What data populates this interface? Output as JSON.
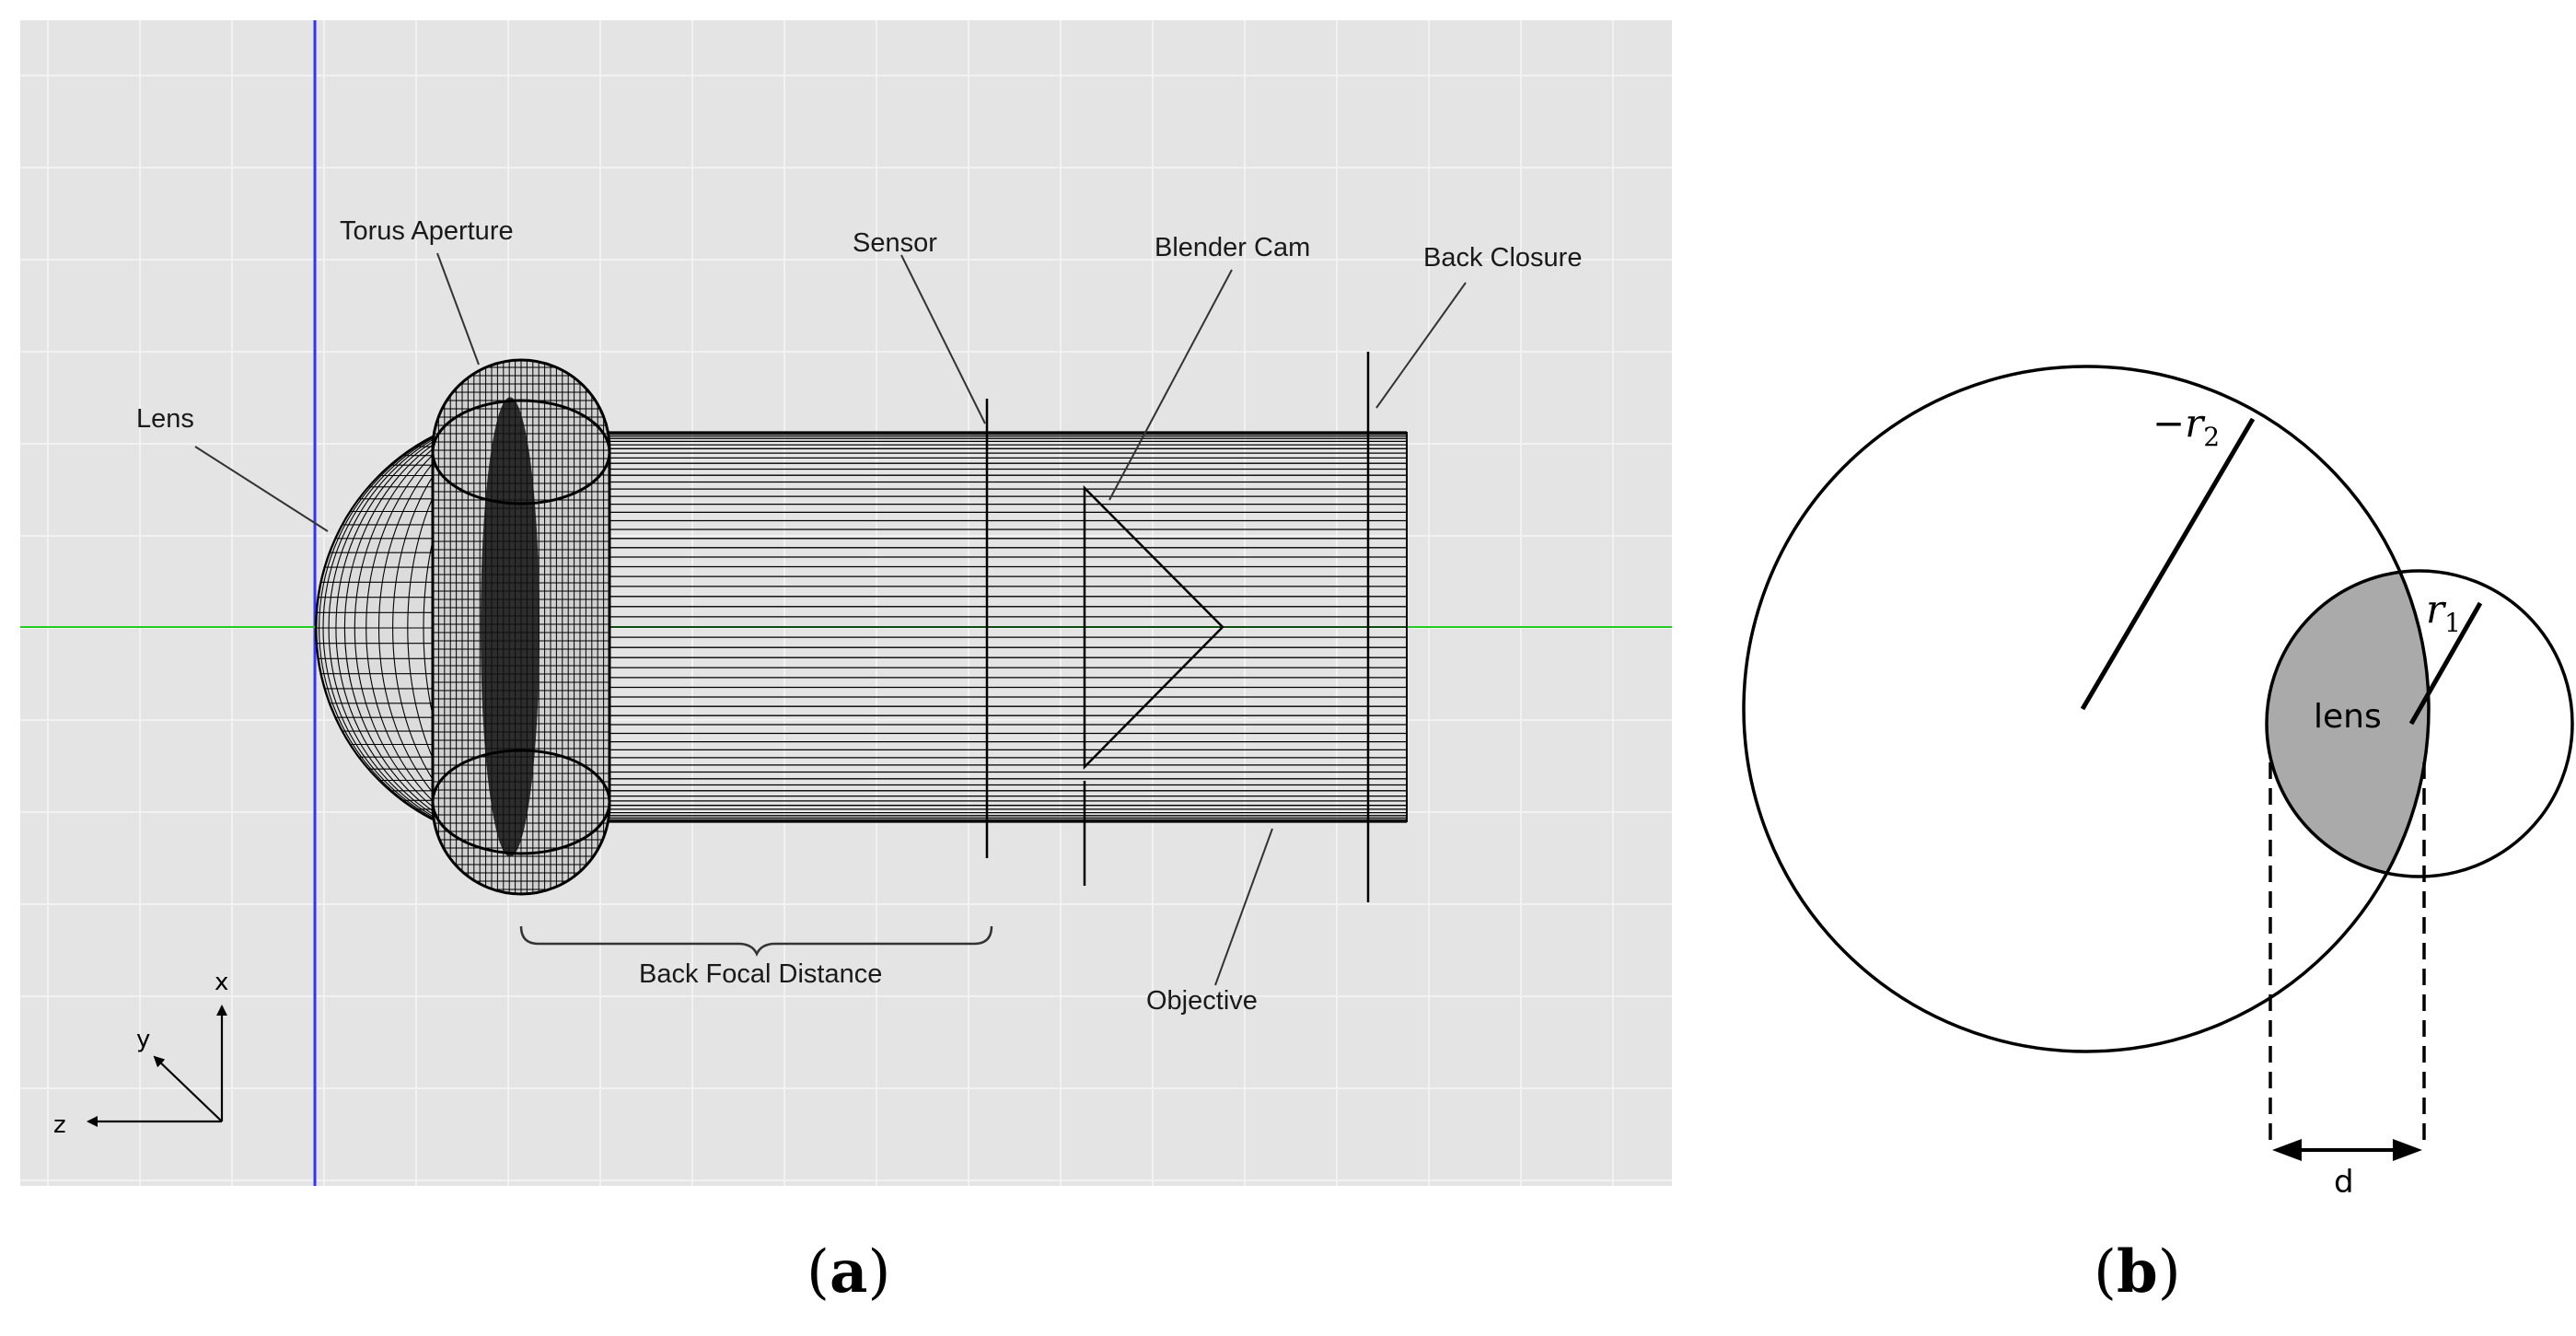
{
  "panel_a": {
    "caption_open": "(",
    "caption_letter": "a",
    "caption_close": ")",
    "labels": {
      "lens": "Lens",
      "torus_aperture": "Torus Aperture",
      "sensor": "Sensor",
      "blender_cam": "Blender Cam",
      "back_closure": "Back Closure",
      "back_focal_distance": "Back Focal Distance",
      "objective": "Objective"
    },
    "axes": {
      "x": "x",
      "y": "y",
      "z": "z"
    },
    "colors": {
      "viewport_bg": "#e4e4e4",
      "grid": "#f2f2f2",
      "axis_vertical": "#3333ff",
      "axis_horizontal": "#22cc22"
    }
  },
  "panel_b": {
    "caption_open": "(",
    "caption_letter": "b",
    "caption_close": ")",
    "r2_label": "−r",
    "r2_sub": "2",
    "r1_label": "r",
    "r1_sub": "1",
    "lens_label": "lens",
    "d_label": "d",
    "colors": {
      "lens_fill": "#aaaaaa"
    }
  }
}
